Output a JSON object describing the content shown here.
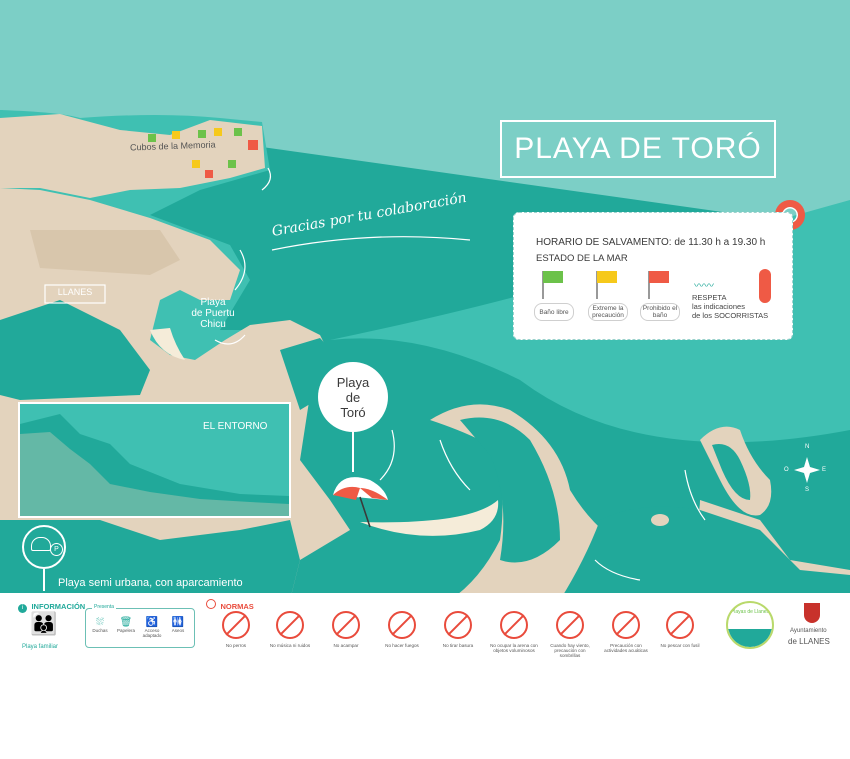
{
  "title": "PLAYA DE TORÓ",
  "colors": {
    "sky": "#7ccfc6",
    "sea": "#21a99a",
    "sea_light": "#3fc0b2",
    "land": "#e3d3bd",
    "green": "#6cc24a",
    "yellow": "#f6c91b",
    "red": "#ef5a45",
    "white": "#ffffff"
  },
  "map": {
    "cubos_label": "Cubos de la Memoria",
    "thanks": "Gracias por tu colaboración",
    "llanes_label": "LLANES",
    "puertu_chicu": "Playa\nde Puertu\nChicu",
    "toro_bubble": "Playa\nde\nToró",
    "entorno": "EL ENTORNO",
    "parking_text": "Playa semi urbana, con aparcamiento",
    "parking_letter": "P",
    "compass": {
      "n": "N",
      "s": "S",
      "e": "E",
      "o": "O"
    }
  },
  "panel": {
    "hours": "HORARIO DE SALVAMENTO: de 11.30 h a 19.30 h",
    "sea_state": "ESTADO DE LA MAR",
    "flags": [
      {
        "label": "Baño libre",
        "color": "#6cc24a"
      },
      {
        "label": "Extreme la precaución",
        "color": "#f6c91b"
      },
      {
        "label": "Prohibido el baño",
        "color": "#ef5a45"
      }
    ],
    "respeta": "RESPETA\nlas indicaciones\nde los SOCORRISTAS"
  },
  "legend": {
    "info_title": "INFORMACIÓN",
    "family": "Playa familiar",
    "presta_title": "Presenta",
    "services": [
      {
        "label": "Duchas",
        "icon": "shower-icon"
      },
      {
        "label": "Papelera",
        "icon": "bin-icon"
      },
      {
        "label": "Acceso adaptado",
        "icon": "wheelchair-icon"
      },
      {
        "label": "Aseos",
        "icon": "toilet-icon"
      }
    ],
    "norms_title": "NORMAS",
    "norms": [
      {
        "label": "No perros",
        "icon": "dog-icon"
      },
      {
        "label": "No música ni ruidos",
        "icon": "music-icon"
      },
      {
        "label": "No acampar",
        "icon": "tent-icon"
      },
      {
        "label": "No hacer fuegos",
        "icon": "fire-icon"
      },
      {
        "label": "No tirar basura",
        "icon": "trash-icon"
      },
      {
        "label": "No ocupar la arena con objetos voluminosos",
        "icon": "umbrella-icon"
      },
      {
        "label": "Cuando hay viento, precaución con sombrillas",
        "icon": "wind-icon"
      },
      {
        "label": "Precaución con actividades acuáticas",
        "icon": "surf-icon"
      },
      {
        "label": "No pescar con fusil",
        "icon": "harpoon-icon"
      }
    ],
    "playas_logo": "Playas de Llanes",
    "ayto_line1": "Ayuntamiento",
    "ayto_line2": "de LLANES"
  }
}
